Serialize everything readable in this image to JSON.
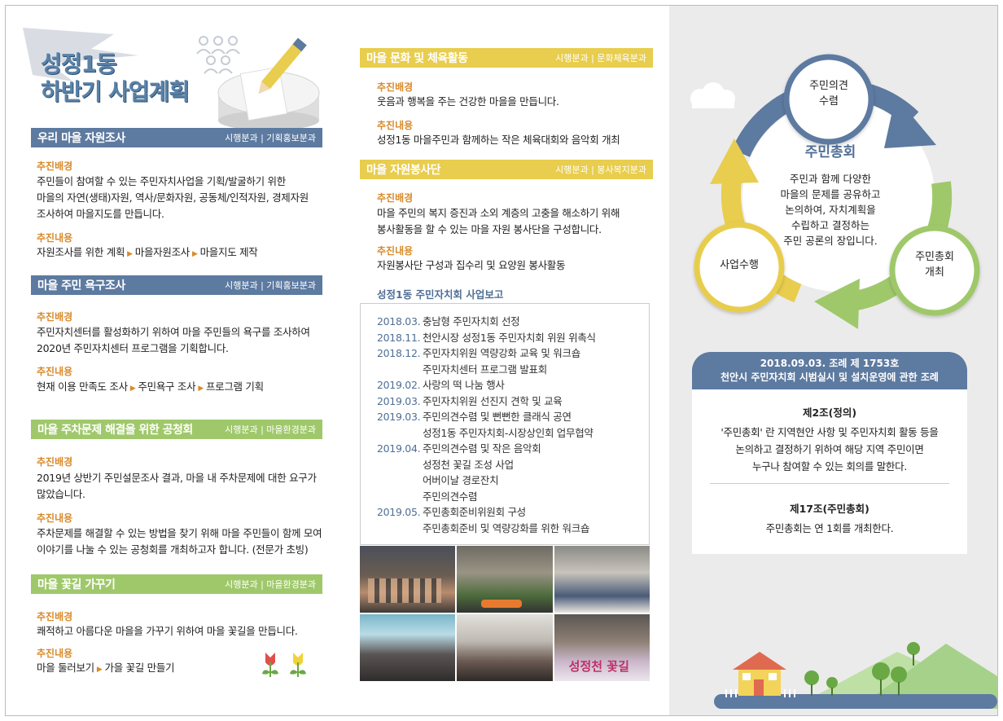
{
  "title": {
    "line1": "성정1동",
    "line2": "하반기 사업계획"
  },
  "left_sections": [
    {
      "title": "우리 마을 자원조사",
      "org": "시행분과 | 기획홍보분과",
      "bg_label": "추진배경",
      "bg_lines": [
        "주민들이 참여할 수 있는 주민자치사업을 기획/발굴하기 위한",
        "마을의 자연(생태)자원, 역사/문화자원, 공동체/인적자원, 경제자원",
        "조사하여 마을지도를 만듭니다."
      ],
      "content_label": "추진내용",
      "steps": [
        "자원조사를 위한 계획",
        "마을자원조사",
        "마을지도 제작"
      ]
    },
    {
      "title": "마을 주민 욕구조사",
      "org": "시행분과 | 기획홍보분과",
      "bg_label": "추진배경",
      "bg_lines": [
        "주민자치센터를 활성화하기 위하여 마을 주민들의 욕구를 조사하여",
        "2020년 주민자치센터 프로그램을 기획합니다."
      ],
      "content_label": "추진내용",
      "steps": [
        "현재 이용 만족도 조사",
        "주민욕구 조사",
        "프로그램 기획"
      ]
    },
    {
      "title": "마을 주차문제 해결을 위한 공청회",
      "org": "시행분과 | 마을환경분과",
      "bg_label": "추진배경",
      "bg_lines": [
        "2019년 상반기 주민설문조사 결과, 마을 내 주차문제에 대한 요구가",
        "많았습니다."
      ],
      "content_label": "추진내용",
      "content_lines": [
        "주차문제를 해결할 수 있는 방법을 찾기 위해 마을 주민들이 함께 모여",
        "이야기를 나눌 수 있는 공청회를 개최하고자 합니다. (전문가 초빙)"
      ]
    },
    {
      "title": "마을 꽃길 가꾸기",
      "org": "시행분과 | 마을환경분과",
      "bg_label": "추진배경",
      "bg_lines": [
        "쾌적하고 아름다운 마을을 가꾸기 위하여 마을 꽃길을  만듭니다."
      ],
      "content_label": "추진내용",
      "steps": [
        "마을 둘러보기",
        "가을 꽃길 만들기"
      ]
    }
  ],
  "mid_sections": [
    {
      "title": "마을 문화 및 체육활동",
      "org": "시행분과 | 문화체육분과",
      "bg_label": "추진배경",
      "bg_lines": [
        "웃음과 행복을 주는 건강한 마을을 만듭니다."
      ],
      "content_label": "추진내용",
      "content_lines": [
        "성정1동 마을주민과 함께하는 작은 체육대회와 음악회 개최"
      ]
    },
    {
      "title": "마을 자원봉사단",
      "org": "시행분과 | 봉사복지분과",
      "bg_label": "추진배경",
      "bg_lines": [
        "마을 주민의 복지 증진과 소외 계층의 고충을 해소하기 위해",
        "봉사활동을 할 수 있는 마을 자원 봉사단을 구성합니다."
      ],
      "content_label": "추진내용",
      "content_lines": [
        "자원봉사단 구성과 집수리 및 요양원 봉사활동"
      ]
    }
  ],
  "report": {
    "title": "성정1동 주민자치회 사업보고",
    "rows": [
      {
        "date": "2018.03.",
        "text": "충남형 주민자치회 선정"
      },
      {
        "date": "2018.11.",
        "text": "천안시장 성정1동 주민자치회 위원 위촉식"
      },
      {
        "date": "2018.12.",
        "text": "주민자치위원 역량강화 교육 및 워크숍"
      },
      {
        "date": "",
        "text": "주민자치센터 프로그램 발표회"
      },
      {
        "date": "2019.02.",
        "text": "사랑의 떡 나눔 행사"
      },
      {
        "date": "2019.03.",
        "text": "주민자치위원 선진지 견학 및 교육"
      },
      {
        "date": "2019.03.",
        "text": "주민의견수렴 및 뻔뻔한 클래식 공연"
      },
      {
        "date": "",
        "text": "성정1동 주민자치회-시장상인회 업무협약"
      },
      {
        "date": "2019.04.",
        "text": "주민의견수렴 및 작은 음악회"
      },
      {
        "date": "",
        "text": "성정천 꽃길 조성 사업"
      },
      {
        "date": "",
        "text": "어버이날 경로잔치"
      },
      {
        "date": "",
        "text": "주민의견수렴"
      },
      {
        "date": "2019.05.",
        "text": "주민총회준비위원회 구성"
      },
      {
        "date": "",
        "text": "주민총회준비 및 역량강화를 위한 워크숍"
      }
    ]
  },
  "cycle": {
    "top": [
      "주민의견",
      "수렴"
    ],
    "right": [
      "주민총회",
      "개최"
    ],
    "left": "사업수행",
    "center_title": "주민총회",
    "center_lines": [
      "주민과 함께 다양한",
      "마을의 문제를 공유하고",
      "논의하여, 자치계획을",
      "수립하고 결정하는",
      "주민 공론의 장입니다."
    ]
  },
  "law": {
    "head1": "2018.09.03. 조례 제 1753호",
    "head2": "천안시 주민자치회 시범실시 및 설치운영에 관한 조례",
    "art1_title": "제2조(정의)",
    "art1_lines": [
      "'주민총회' 란 지역현안 사항 및 주민자치회 활동 등을",
      "논의하고 결정하기 위하여 해당 지역 주민이면",
      "누구나 참여할 수 있는 회의를 말한다."
    ],
    "art2_title": "제17조(주민총회)",
    "art2_lines": [
      "주민총회는 연 1회를 개최한다."
    ]
  },
  "photo_banner": "성정천 꽃길",
  "colors": {
    "blue": "#5d7aa0",
    "green": "#9fc86b",
    "yellow": "#e8cd4e",
    "orange": "#d88a2a"
  }
}
